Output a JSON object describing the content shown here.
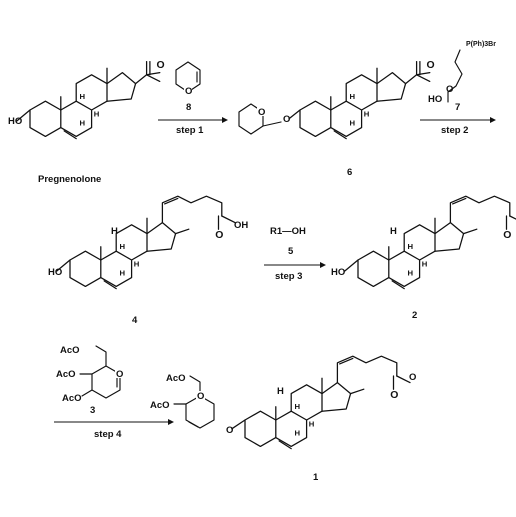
{
  "title": "",
  "compounds": {
    "pregnenolone": "Pregnenolone",
    "c6": "6",
    "c4": "4",
    "c2": "2",
    "c1": "1"
  },
  "reagents": {
    "r8": "8",
    "r7": "7",
    "r5": "5",
    "r3": "3",
    "r1_oh": "R1—OH",
    "phosphonium": "P(Ph)3Br"
  },
  "steps": {
    "s1": "step 1",
    "s2": "step 2",
    "s3": "step 3",
    "s4": "step 4"
  },
  "atoms": {
    "ho": "HO",
    "h": "H",
    "o": "O",
    "oh": "OH",
    "aco": "AcO"
  }
}
